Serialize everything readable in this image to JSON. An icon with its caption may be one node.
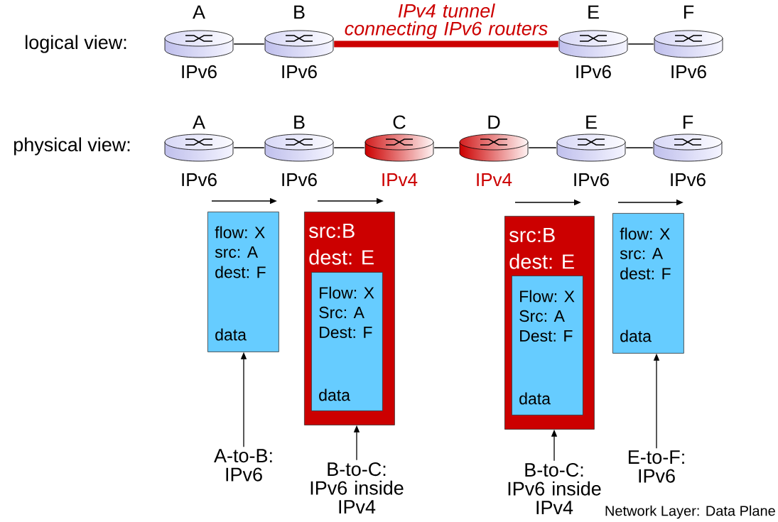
{
  "diagram": {
    "nodes": [
      {
        "text": [
          "A"
        ],
        "beside": [
          "IPv6"
        ]
      },
      {
        "text": [
          "B"
        ],
        "beside": [
          "IPv6"
        ]
      },
      {
        "text": [
          "E"
        ],
        "beside": [
          "IPv6"
        ]
      },
      {
        "text": [
          "F"
        ],
        "beside": [
          "IPv6"
        ]
      },
      {
        "text": [
          "A"
        ],
        "beside": [
          "IPv6"
        ]
      },
      {
        "text": [
          "B"
        ],
        "beside": [
          "IPv6"
        ]
      },
      {
        "text": [
          "C"
        ],
        "beside": [
          "IPv4"
        ]
      },
      {
        "text": [
          "D"
        ],
        "beside": [
          "IPv4"
        ]
      },
      {
        "text": [
          "E"
        ],
        "beside": [
          "IPv6"
        ]
      },
      {
        "text": [
          "F"
        ],
        "beside": [
          "IPv6"
        ]
      },
      {
        "text": [
          "flow: X",
          "src: A",
          "dest: F",
          "data"
        ]
      },
      {
        "text": [
          "src:B",
          "dest: E"
        ]
      },
      {
        "text": [
          "Flow: X",
          "Src: A",
          "Dest: F",
          "data"
        ],
        "in": 11
      },
      {
        "text": [
          "src:B",
          "dest: E"
        ]
      },
      {
        "text": [
          "Flow: X",
          "Src: A",
          "Dest: F",
          "data"
        ],
        "in": 13
      },
      {
        "text": [
          "flow: X",
          "src: A",
          "dest: F",
          "data"
        ]
      },
      {
        "text": [
          "A-to-B: IPv6"
        ]
      },
      {
        "text": [
          "B-to-C: IPv6 inside IPv4"
        ]
      },
      {
        "text": [
          "B-to-C: IPv6 inside IPv4"
        ]
      },
      {
        "text": [
          "E-to-F: IPv6"
        ]
      }
    ],
    "edges": [
      {
        "from": 0,
        "to": 1,
        "arrow": "none"
      },
      {
        "from": 1,
        "to": 2,
        "arrow": "none",
        "label": "IPv4 tunnel connecting IPv6 routers",
        "style": "thick",
        "color": "#cc0000"
      },
      {
        "from": 2,
        "to": 3,
        "arrow": "none"
      },
      {
        "from": 4,
        "to": 5,
        "arrow": "none"
      },
      {
        "from": 5,
        "to": 6,
        "arrow": "none"
      },
      {
        "from": 6,
        "to": 7,
        "arrow": "none"
      },
      {
        "from": 7,
        "to": 8,
        "arrow": "none"
      },
      {
        "from": 8,
        "to": 9,
        "arrow": "none"
      },
      {
        "from": 16,
        "to": 10,
        "arrow": "to"
      },
      {
        "from": 17,
        "to": 11,
        "arrow": "to"
      },
      {
        "from": 18,
        "to": 13,
        "arrow": "to"
      },
      {
        "from": 19,
        "to": 15,
        "arrow": "to"
      }
    ],
    "labels": [
      "logical view:",
      "physical view:",
      "Network Layer: Data Plane"
    ]
  }
}
